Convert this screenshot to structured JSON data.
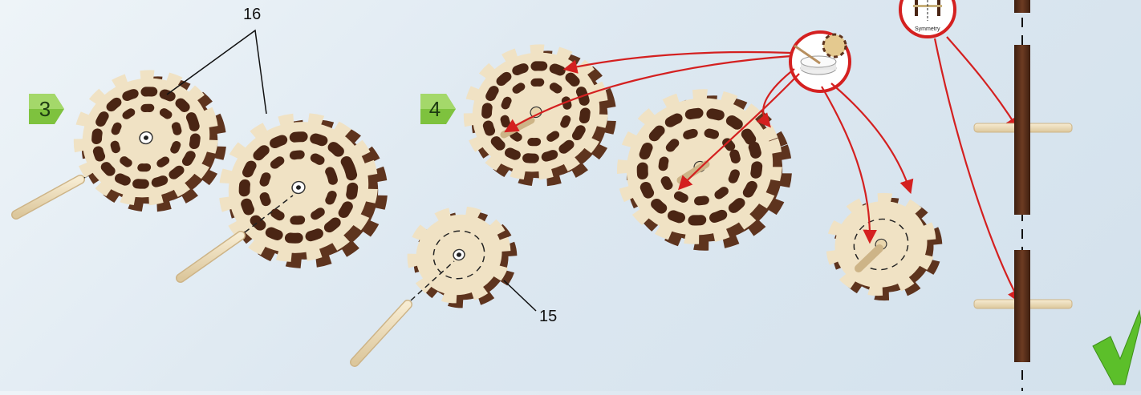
{
  "steps": {
    "step3": "3",
    "step4": "4"
  },
  "callouts": {
    "part16": "16",
    "part15": "15"
  },
  "icons": {
    "symmetry_label": "Symmetry",
    "glue": "glue-bowl-icon",
    "check": "checkmark-icon"
  },
  "colors": {
    "wood_light": "#f0e2c4",
    "wood_dark": "#5e341e",
    "arrow": "#d42020",
    "badge_green": "#7ec23e",
    "check_green": "#5cbf2a"
  }
}
